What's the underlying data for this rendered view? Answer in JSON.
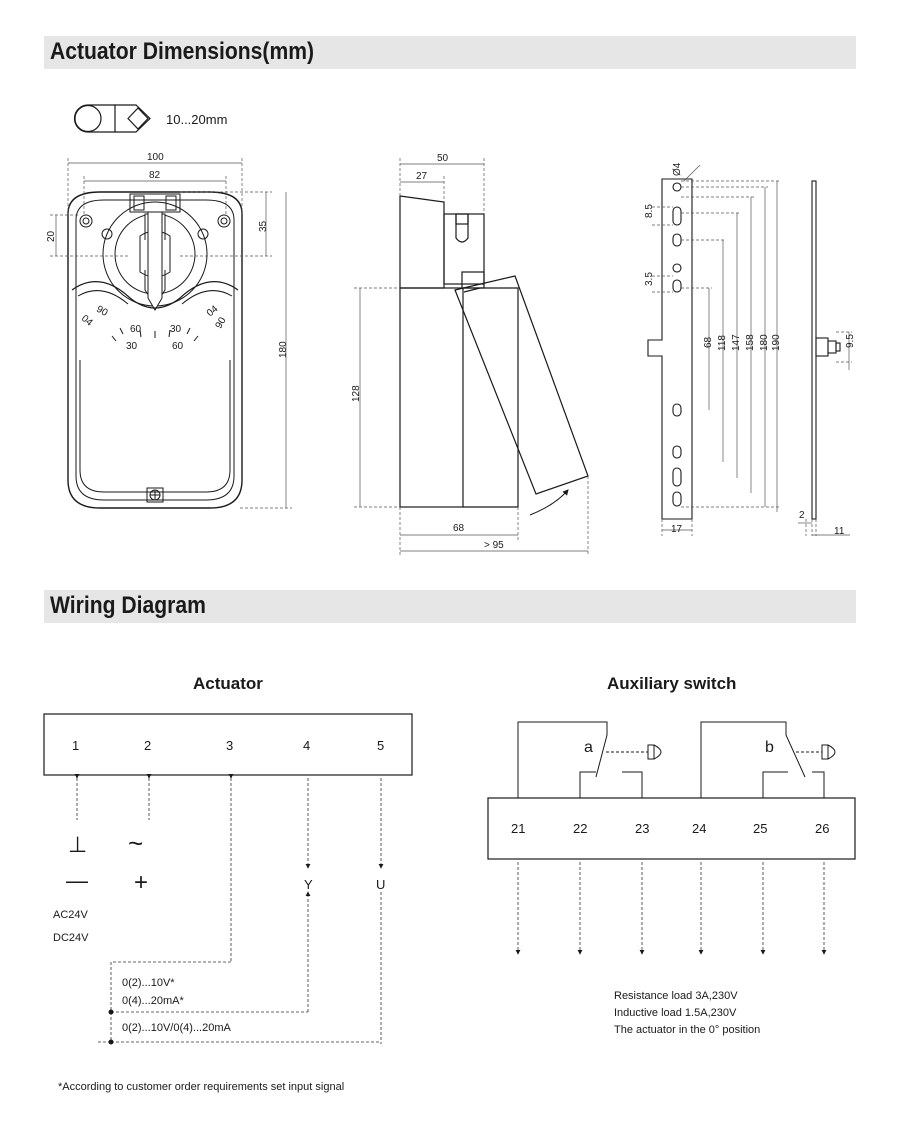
{
  "sections": {
    "dimensions_title": "Actuator Dimensions(mm)",
    "wiring_title": "Wiring Diagram"
  },
  "shaft": {
    "range_label": "10...20mm"
  },
  "front_view": {
    "width_outer": "100",
    "width_inner": "82",
    "left_20": "20",
    "right_35": "35",
    "height": "180",
    "scale": [
      "90",
      "04",
      "60",
      "30",
      "30",
      "60",
      "04",
      "90"
    ]
  },
  "side_view": {
    "top_50": "50",
    "top_27": "27",
    "height": "128",
    "bottom_68": "68",
    "bottom_95": "> 95"
  },
  "bracket": {
    "hole": "Ø4",
    "d85": "8.5",
    "d35": "3.5",
    "d68": "68",
    "d118": "118",
    "d147": "147",
    "d158": "158",
    "d180": "180",
    "d190": "190",
    "w17": "17",
    "t2": "2",
    "t11": "11",
    "s95": "9.5"
  },
  "actuator": {
    "title": "Actuator",
    "terminals": [
      "1",
      "2",
      "3",
      "4",
      "5"
    ],
    "symbol_1a": "⊥",
    "symbol_1b": "—",
    "symbol_2a": "~",
    "symbol_2b": "+",
    "sig_4": "Y",
    "sig_5": "U",
    "supply_ac": "AC24V",
    "supply_dc": "DC24V",
    "input_v": "0(2)...10V*",
    "input_ma": "0(4)...20mA*",
    "output": "0(2)...10V/0(4)...20mA"
  },
  "aux_switch": {
    "title": "Auxiliary switch",
    "terminals": [
      "21",
      "22",
      "23",
      "24",
      "25",
      "26"
    ],
    "switch_a": "a",
    "switch_b": "b",
    "notes": [
      "Resistance load 3A,230V",
      "Inductive load 1.5A,230V",
      "The actuator in the 0° position"
    ]
  },
  "footnote": "*According to customer order requirements set input signal"
}
